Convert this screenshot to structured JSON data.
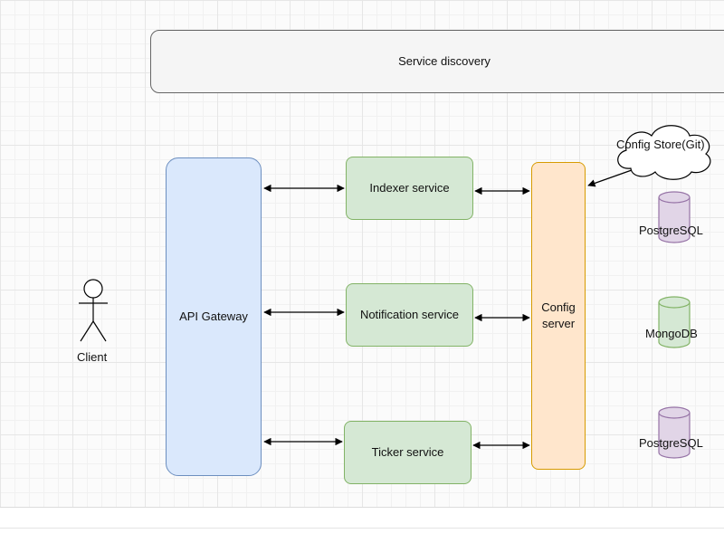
{
  "diagram": {
    "service_discovery": "Service discovery",
    "api_gateway": "API Gateway",
    "indexer_service": "Indexer service",
    "notification_service": "Notification service",
    "ticker_service": "Ticker service",
    "config_server": "Config server",
    "config_store": "Config Store(Git)",
    "client": "Client",
    "db_indexer": "PostgreSQL",
    "db_notification": "MongoDB",
    "db_ticker": "PostgreSQL"
  },
  "colors": {
    "gateway_fill": "#dae8fc",
    "gateway_stroke": "#6c8ebf",
    "service_fill": "#d5e8d4",
    "service_stroke": "#82b366",
    "config_fill": "#ffe6cc",
    "config_stroke": "#d79b00",
    "postgres_fill": "#e1d5e7",
    "postgres_stroke": "#9673a6",
    "mongo_fill": "#d5e8d4",
    "mongo_stroke": "#82b366"
  }
}
